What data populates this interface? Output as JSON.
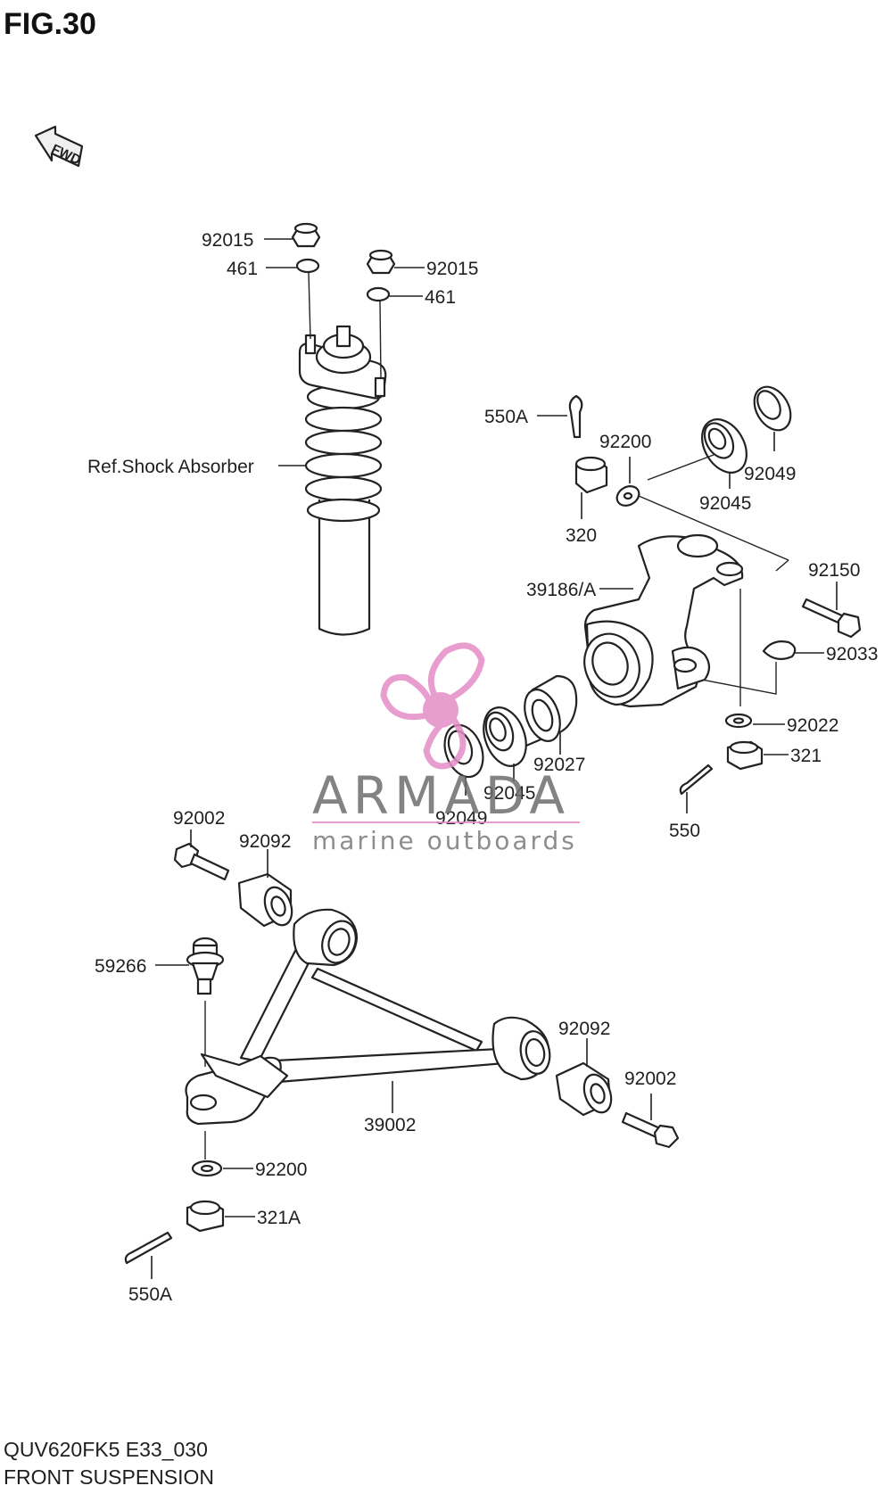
{
  "figure": {
    "title": "FIG.30",
    "fwd_label": "FWD"
  },
  "footer": {
    "model_code": "QUV620FK5 E33_030",
    "section_name": "FRONT SUSPENSION"
  },
  "watermark": {
    "brand": "ARMADA",
    "tagline": "marine outboards",
    "accent_color": "#e58cc7"
  },
  "callouts": {
    "nut_92015_a": "92015",
    "washer_461_a": "461",
    "nut_92015_b": "92015",
    "washer_461_b": "461",
    "shock_ref": "Ref.Shock Absorber",
    "cotter_550a_top": "550A",
    "washer_92200_top": "92200",
    "seal_92049_top": "92049",
    "bearing_92045_top": "92045",
    "nut_320": "320",
    "knuckle_39186a": "39186/A",
    "bolt_92150": "92150",
    "circlip_92033": "92033",
    "washer_92022": "92022",
    "nut_321": "321",
    "spacer_92027": "92027",
    "bearing_92045_bottom": "92045",
    "seal_92049_bottom": "92049",
    "cotter_550": "550",
    "bolt_92002_left": "92002",
    "bushing_92092_left": "92092",
    "balljoint_59266": "59266",
    "bushing_92092_right": "92092",
    "bolt_92002_right": "92002",
    "arm_39002": "39002",
    "washer_92200_bottom": "92200",
    "nut_321a": "321A",
    "cotter_550a_bottom": "550A"
  }
}
